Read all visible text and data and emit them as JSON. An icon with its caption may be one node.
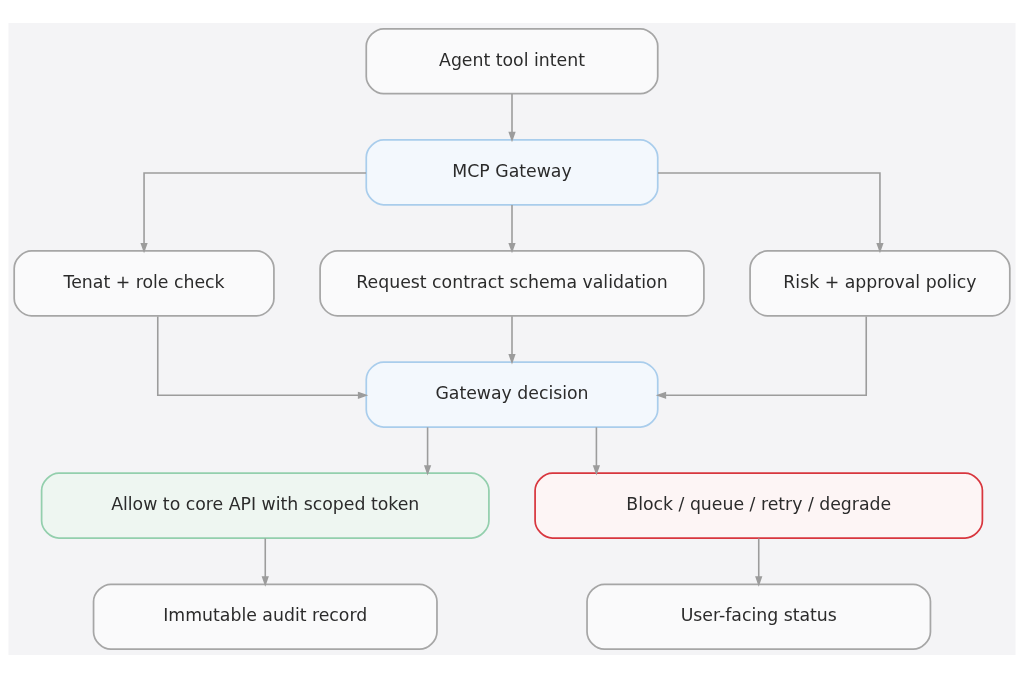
{
  "diagram": {
    "nodes": [
      {
        "text": [
          "Agent tool intent"
        ]
      },
      {
        "text": [
          "MCP Gateway"
        ]
      },
      {
        "text": [
          "Tenat + role check"
        ]
      },
      {
        "text": [
          "Request contract schema validation"
        ]
      },
      {
        "text": [
          "Risk + approval policy"
        ]
      },
      {
        "text": [
          "Gateway decision"
        ]
      },
      {
        "text": [
          "Allow to core API with scoped token"
        ]
      },
      {
        "text": [
          "Block / queue / retry / degrade"
        ]
      },
      {
        "text": [
          "Immutable audit record"
        ]
      },
      {
        "text": [
          "User-facing status"
        ]
      }
    ],
    "edges": [
      {
        "from": 0,
        "to": 1,
        "arrow": "to"
      },
      {
        "from": 1,
        "to": 2,
        "arrow": "to"
      },
      {
        "from": 1,
        "to": 3,
        "arrow": "to"
      },
      {
        "from": 1,
        "to": 4,
        "arrow": "to"
      },
      {
        "from": 2,
        "to": 5,
        "arrow": "to"
      },
      {
        "from": 3,
        "to": 5,
        "arrow": "to"
      },
      {
        "from": 4,
        "to": 5,
        "arrow": "to"
      },
      {
        "from": 5,
        "to": 6,
        "arrow": "to"
      },
      {
        "from": 5,
        "to": 7,
        "arrow": "to"
      },
      {
        "from": 6,
        "to": 8,
        "arrow": "to"
      },
      {
        "from": 7,
        "to": 9,
        "arrow": "to"
      }
    ]
  }
}
